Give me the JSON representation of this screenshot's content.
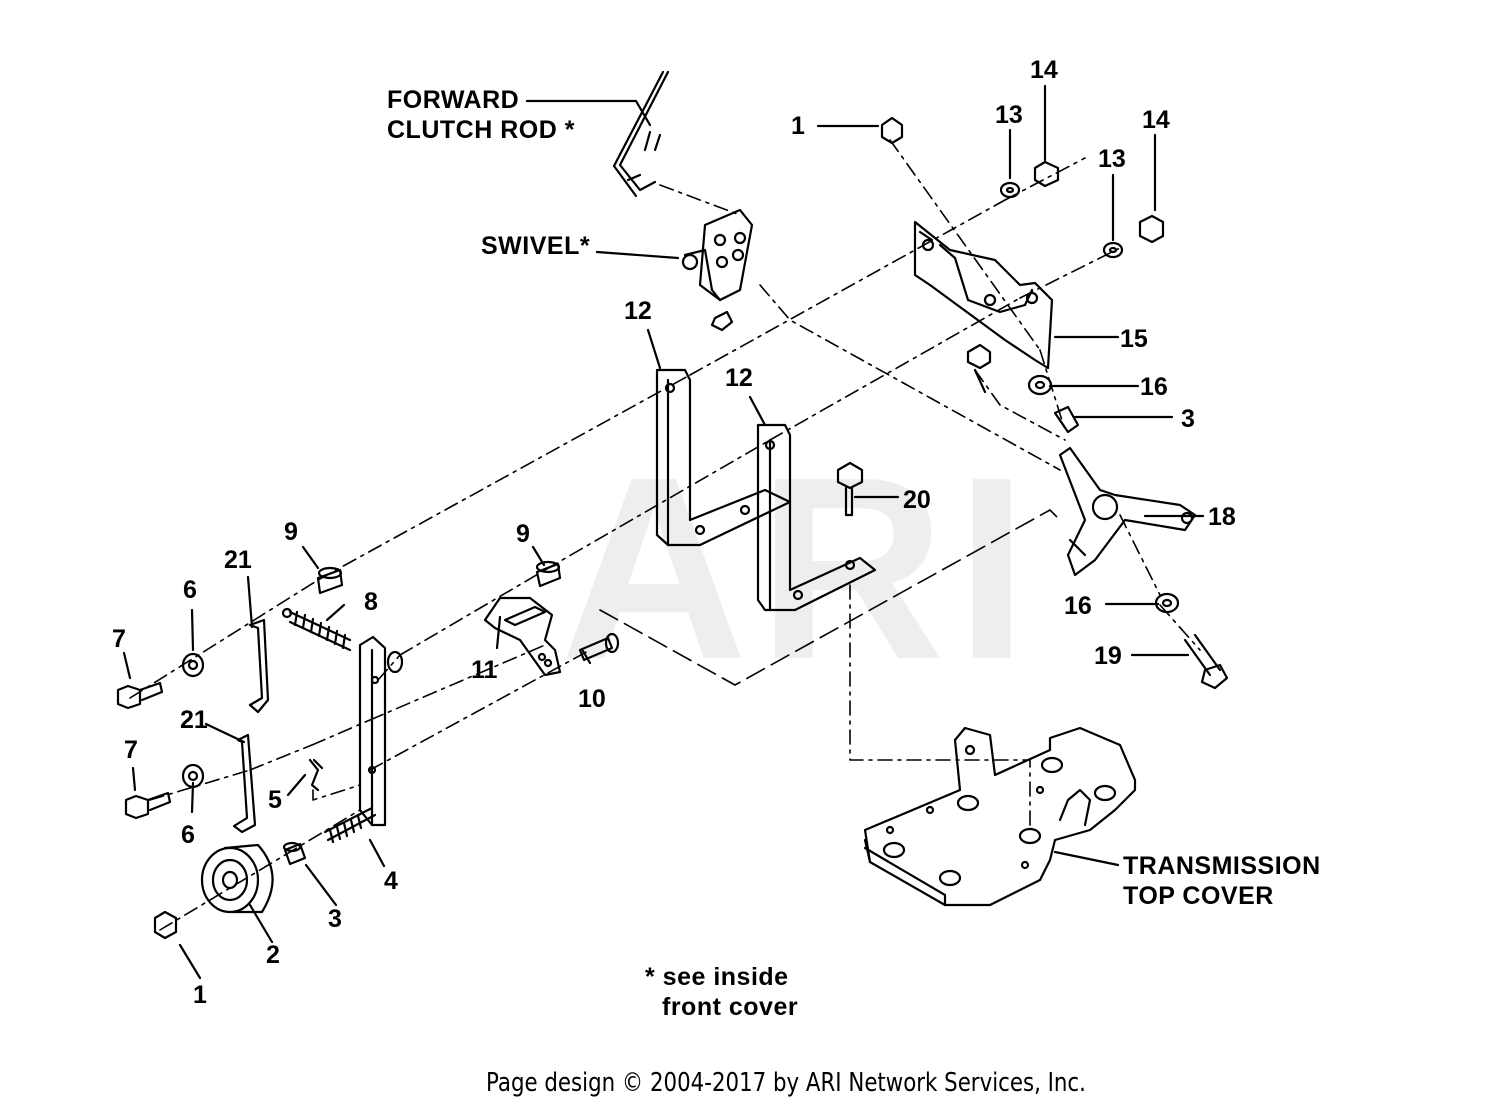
{
  "watermark": "ARI",
  "callouts": {
    "forward_clutch_rod": [
      "FORWARD",
      "CLUTCH ROD *"
    ],
    "swivel": "SWIVEL*",
    "transmission_top_cover": [
      "TRANSMISSION",
      "TOP COVER"
    ],
    "see_inside": [
      "* see inside",
      "front cover"
    ]
  },
  "part_numbers": {
    "p1_top": "1",
    "p14_a": "14",
    "p13_a": "13",
    "p14_b": "14",
    "p13_b": "13",
    "p12_a": "12",
    "p12_b": "12",
    "p15": "15",
    "p16_a": "16",
    "p3_a": "3",
    "p20": "20",
    "p18": "18",
    "p9_a": "9",
    "p9_b": "9",
    "p21_a": "21",
    "p6_a": "6",
    "p8": "8",
    "p7_a": "7",
    "p11": "11",
    "p10": "10",
    "p16_b": "16",
    "p19": "19",
    "p21_b": "21",
    "p7_b": "7",
    "p5": "5",
    "p6_b": "6",
    "p4": "4",
    "p3_b": "3",
    "p2": "2",
    "p1_bottom": "1"
  },
  "footer": "Page design © 2004-2017 by ARI Network Services, Inc."
}
